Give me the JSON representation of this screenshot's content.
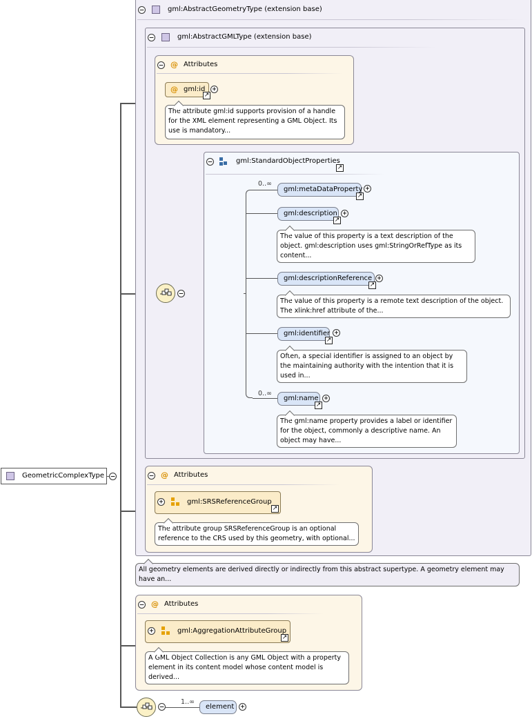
{
  "root": {
    "label": "GeometricComplexType"
  },
  "extension1": {
    "label": "gml:AbstractGeometryType (extension base)"
  },
  "extension2": {
    "label": "gml:AbstractGMLType (extension base)"
  },
  "attributes1": {
    "label": "Attributes",
    "attr": "gml:id",
    "doc": "The attribute gml:id supports provision of a handle for the XML element representing a GML Object. Its use is mandatory..."
  },
  "group": {
    "label": "gml:StandardObjectProperties"
  },
  "elements": [
    {
      "name": "gml:metaDataProperty",
      "mult": "0..∞",
      "doc": ""
    },
    {
      "name": "gml:description",
      "mult": "",
      "doc": "The value of this property is a text description of the object. gml:description uses gml:StringOrRefType as its content..."
    },
    {
      "name": "gml:descriptionReference",
      "mult": "",
      "doc": "The value of this property is a remote text description of the object. The xlink:href attribute of the..."
    },
    {
      "name": "gml:identifier",
      "mult": "",
      "doc": "Often, a special identifier is assigned to an object by the maintaining authority with the intention that it is used in..."
    },
    {
      "name": "gml:name",
      "mult": "0..∞",
      "doc": "The gml:name property provides a label or identifier for the object, commonly a descriptive name. An object may have..."
    }
  ],
  "attributes2": {
    "label": "Attributes",
    "group": "gml:SRSReferenceGroup",
    "doc": "The attribute group SRSReferenceGroup is an optional reference to the CRS used by this geometry, with optional..."
  },
  "abstractDoc": "All geometry elements are derived directly or indirectly from this abstract supertype. A geometry element may have an...",
  "attributes3": {
    "label": "Attributes",
    "group": "gml:AggregationAttributeGroup",
    "doc": "A GML Object Collection is any GML Object with a property element in its content model whose content model is derived..."
  },
  "bottom": {
    "name": "element",
    "mult": "1..∞"
  },
  "symbols": {
    "collapse": "−",
    "expand": "+",
    "link": "↗",
    "attr": "@",
    "compositor": "⊟"
  }
}
